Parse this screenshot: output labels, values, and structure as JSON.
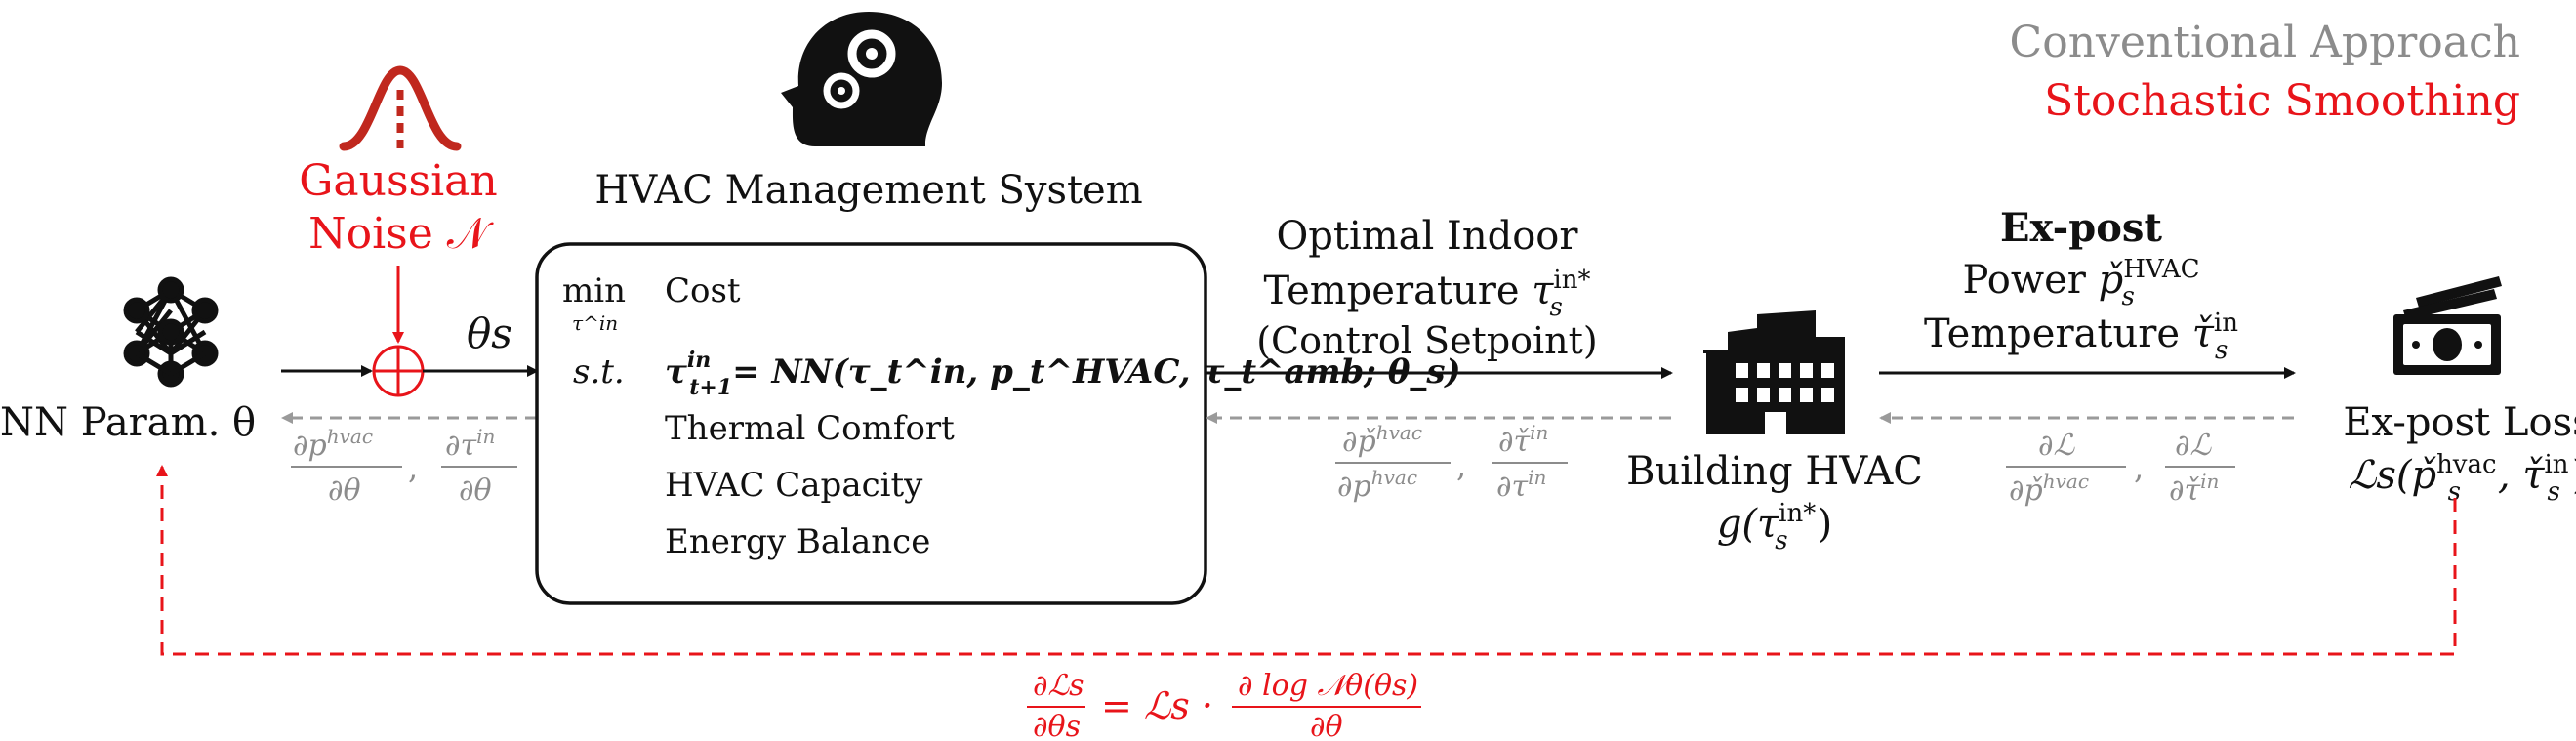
{
  "legend": {
    "conventional": "Conventional Approach",
    "stochastic": "Stochastic Smoothing",
    "conventional_color": "#8c8c8c",
    "stochastic_color": "#e8141a"
  },
  "nn": {
    "icon": "neural-network-icon",
    "label": "NN Param. θ"
  },
  "noise": {
    "icon": "gaussian-bell-icon",
    "line1": "Gaussian",
    "line2": "Noise 𝒩",
    "color": "#c0281e"
  },
  "theta_s": "θs",
  "hvac_system": {
    "icon": "head-gears-icon",
    "title": "HVAC Management System",
    "min_label": "min",
    "min_sub": "τ^in",
    "cost": "Cost",
    "st": "s.t.",
    "eq_lhs": "τ",
    "eq_lhs_sup": "in",
    "eq_lhs_sub": "t+1",
    "eq_rhs": "= NN(τ_t^in, p_t^HVAC, τ_t^amb; θ_s)",
    "constraints": [
      "Thermal Comfort",
      "HVAC Capacity",
      "Energy Balance"
    ]
  },
  "grad_nn": {
    "num1": "∂p",
    "num1_sup": "hvac",
    "den1": "∂θ",
    "num2": "∂τ",
    "num2_sup": "in",
    "den2": "∂θ"
  },
  "optimal": {
    "line1": "Optimal Indoor",
    "line2": "Temperature",
    "sym": "τ",
    "sym_sup": "in*",
    "sym_sub": "s",
    "line3": "(Control Setpoint)"
  },
  "grad_building": {
    "num1": "∂p̌",
    "num1_sup": "hvac",
    "den1": "∂p",
    "den1_sup": "hvac",
    "num2": "∂τ̌",
    "num2_sup": "in",
    "den2": "∂τ",
    "den2_sup": "in"
  },
  "building": {
    "icon": "building-icon",
    "line1": "Building HVAC",
    "line2": "g(τ",
    "line2_sup": "in*",
    "line2_sub": "s",
    "line2_end": ")"
  },
  "expost": {
    "title": "Ex-post",
    "power": "Power",
    "power_sym": "p̌",
    "power_sup": "HVAC",
    "power_sub": "s",
    "temp": "Temperature",
    "temp_sym": "τ̌",
    "temp_sup": "in",
    "temp_sub": "s"
  },
  "grad_loss": {
    "num": "∂ℒ",
    "den1": "∂p̌",
    "den1_sup": "hvac",
    "den2": "∂τ̌",
    "den2_sup": "in"
  },
  "loss": {
    "icon": "money-icon",
    "line1": "Ex-post Loss",
    "line2": "ℒs(p̌",
    "line2_sup": "hvac",
    "line2_sub": "s",
    "line2_mid": ", τ̌",
    "line2_sup2": "in",
    "line2_sub2": "s",
    "line2_end": ")"
  },
  "score_grad": {
    "num_left": "∂ℒs",
    "den_left": "∂θs",
    "mid": "= ℒs ·",
    "num_right": "∂ log 𝒩θ(θs)",
    "den_right": "∂θ"
  }
}
